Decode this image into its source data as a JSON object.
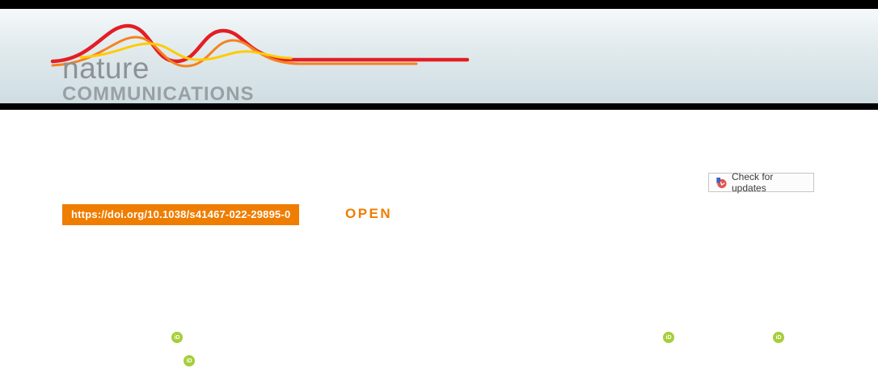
{
  "banner": {
    "wordmark_line1": "nature",
    "wordmark_line2": "COMMUNICATIONS"
  },
  "header": {
    "doi_label": "https://doi.org/10.1038/s41467-022-29895-0",
    "open_label": "OPEN",
    "check_updates_label": "Check for updates"
  },
  "icons": {
    "orcid_icon": "iD",
    "crossmark_icon": "crossmark-bookmark-with-red-circle"
  },
  "colors": {
    "accent_orange": "#ef7d00",
    "orcid_green": "#a6ce39",
    "logo_gray": "#8c9296",
    "banner_gradient_top": "#f5f9fa",
    "banner_gradient_bottom": "#cfdde2"
  }
}
